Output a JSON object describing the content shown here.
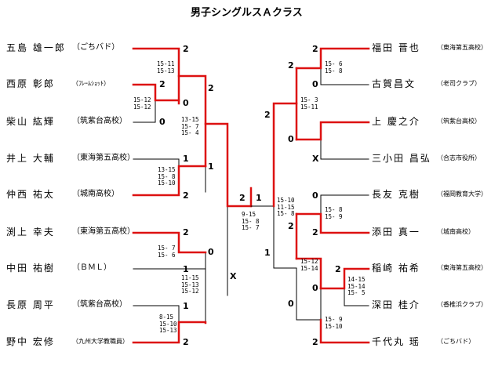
{
  "title": "男子シングルスＡクラス",
  "colors": {
    "win": "#dd1111",
    "line": "#000000"
  },
  "left_players": [
    {
      "name": "五島 雄一郎",
      "aff": "（ごちバド）"
    },
    {
      "name": "西原 彰郎",
      "aff": "（ﾌﾚｰﾑｼｮｯﾄ）"
    },
    {
      "name": "柴山 紘輝",
      "aff": "（筑紫台高校）"
    },
    {
      "name": "井上 大輔",
      "aff": "（東海第五高校）"
    },
    {
      "name": "仲西 祐太",
      "aff": "（城南高校）"
    },
    {
      "name": "渕上 幸夫",
      "aff": "（東海第五高校）"
    },
    {
      "name": "中田 祐樹",
      "aff": "（ＢＭＬ）"
    },
    {
      "name": "長原 周平",
      "aff": "（筑紫台高校）"
    },
    {
      "name": "野中 宏修",
      "aff": "（九州大学教職員）"
    }
  ],
  "right_players": [
    {
      "name": "福田 晋也",
      "aff": "（東海第五高校）"
    },
    {
      "name": "古賀昌文",
      "aff": "（老司クラブ）"
    },
    {
      "name": "上 慶之介",
      "aff": "（筑紫台高校）"
    },
    {
      "name": "三小田 昌弘",
      "aff": "（合志市役所）"
    },
    {
      "name": "長友 克樹",
      "aff": "（福岡教育大学）"
    },
    {
      "name": "添田 真一",
      "aff": "（城南高校）"
    },
    {
      "name": "稲崎 祐希",
      "aff": "（東海第五高校）"
    },
    {
      "name": "深田 桂介",
      "aff": "（香椎浜クラブ）"
    },
    {
      "name": "千代丸 瑶",
      "aff": "（ごちバド）"
    }
  ],
  "game_scores": {
    "l1": "15-11\n15-13",
    "l2": "15-12\n15-12",
    "l3": "13-15\n15- 7\n15- 4",
    "l4": "13-15\n15- 8\n15-10",
    "l5": "15- 7\n15- 6",
    "l6": "11-15\n15-13\n15-12",
    "l7": "8-15\n15-10\n15-13",
    "final": "9-15\n15- 8\n15- 7",
    "r1": "15- 6\n15- 8",
    "r2": "15- 3\n15-11",
    "r3": "15-10\n11-15\n15- 8",
    "r4": "15- 8\n15- 9",
    "r5": "15-12\n15-14",
    "r6": "14-15\n15-14\n15- 5",
    "r7": "15- 9\n15-10"
  },
  "match_scores": {
    "l_goto": "2",
    "l_nishi_r1": "2",
    "l_shiba": "0",
    "l_nishi_r2": "0",
    "l_goto_r2": "2",
    "l_inoue": "1",
    "l_nakanishi": "2",
    "l_nakanishi_r2": "1",
    "l_fuchi": "2",
    "l_nakata": "1",
    "l_nagahara": "1",
    "l_nonaka": "2",
    "l_fuchi_r2": "0",
    "l_nonaka_r2": "X",
    "r_fukuda": "2",
    "r_koga": "0",
    "r_kami": "0",
    "r_sanko": "X",
    "r_fukuda_r2": "2",
    "r_nagatomo": "0",
    "r_soeda": "2",
    "r_inasaki": "2",
    "r_fukada": "0",
    "r_chiyo": "2",
    "r_fukuda_r3": "2",
    "r_soeda_r3": "2",
    "r_chiyo_r3": "0",
    "r_soeda_r4": "1",
    "final_left": "2",
    "final_right": "1"
  }
}
